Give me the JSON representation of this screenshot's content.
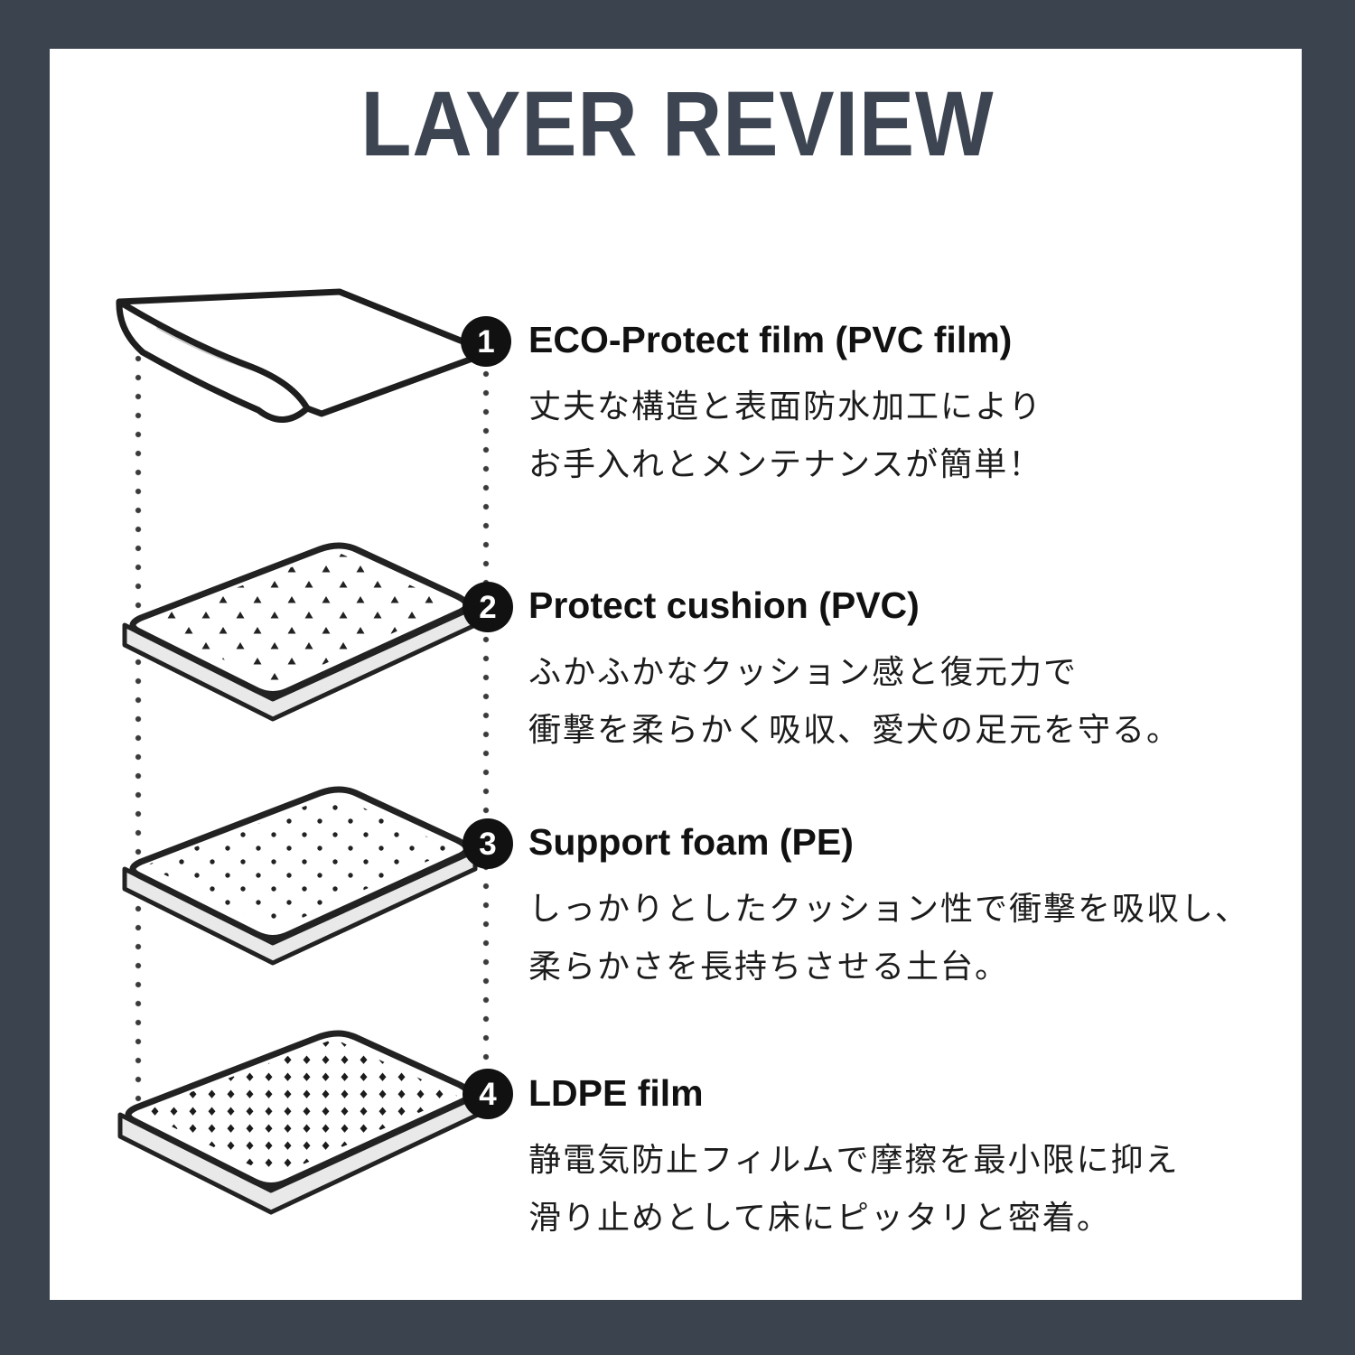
{
  "page": {
    "title": "LAYER REVIEW"
  },
  "theme": {
    "border_color": "#3b434e",
    "title_color": "#3d4552",
    "ink": "#1c1c1c",
    "outline": "#1e1e1e",
    "slab_side": "#e9e9e9"
  },
  "layers": [
    {
      "number": "1",
      "name": "ECO-Protect film (PVC film)",
      "desc_lines": [
        "丈夫な構造と表面防水加工により",
        "お手入れとメンテナンスが簡単！"
      ],
      "illustration": "film-curled-corner"
    },
    {
      "number": "2",
      "name": "Protect cushion (PVC)",
      "desc_lines": [
        "ふかふかなクッション感と復元力で",
        "衝撃を柔らかく吸収、愛犬の足元を守る。"
      ],
      "illustration": "cushion-triangle-texture"
    },
    {
      "number": "3",
      "name": "Support foam (PE)",
      "desc_lines": [
        "しっかりとしたクッション性で衝撃を吸収し、",
        "柔らかさを長持ちさせる土台。"
      ],
      "illustration": "foam-dot-texture"
    },
    {
      "number": "4",
      "name": "LDPE film",
      "desc_lines": [
        "静電気防止フィルムで摩擦を最小限に抑え",
        "滑り止めとして床にピッタリと密着。"
      ],
      "illustration": "film-diamond-grid-texture"
    }
  ]
}
